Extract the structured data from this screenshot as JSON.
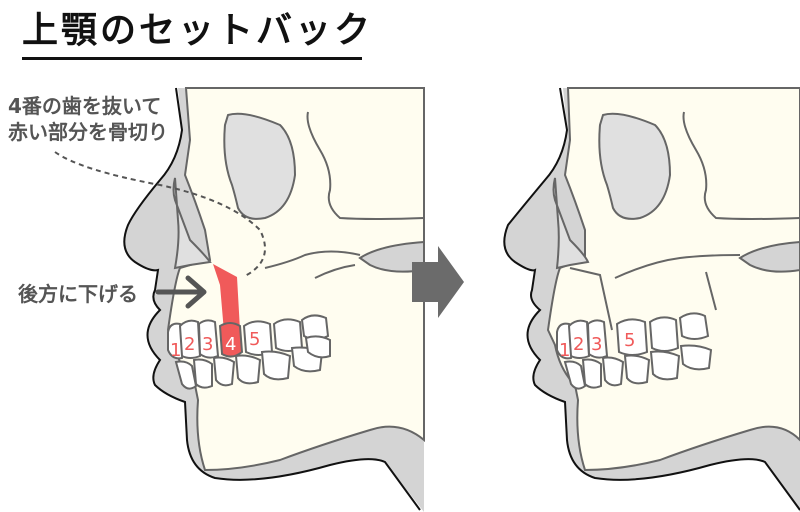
{
  "title": "上顎のセットバック",
  "annotations": {
    "line1": "4番の歯を抜いて",
    "line2": "赤い部分を骨切り",
    "arrow_label": "後方に下げる"
  },
  "before": {
    "tooth_numbers": [
      "1",
      "2",
      "3",
      "4",
      "5"
    ],
    "highlighted_tooth": "4"
  },
  "after": {
    "tooth_numbers": [
      "1",
      "2",
      "3",
      "5"
    ]
  },
  "colors": {
    "bone": "#fffdf0",
    "soft_tissue": "#d4d4d4",
    "orbit": "#e0e0e0",
    "cut_region": "#f05a5a",
    "tooth_number": "#f05a5a",
    "arrow": "#666666",
    "outline": "#666666"
  }
}
